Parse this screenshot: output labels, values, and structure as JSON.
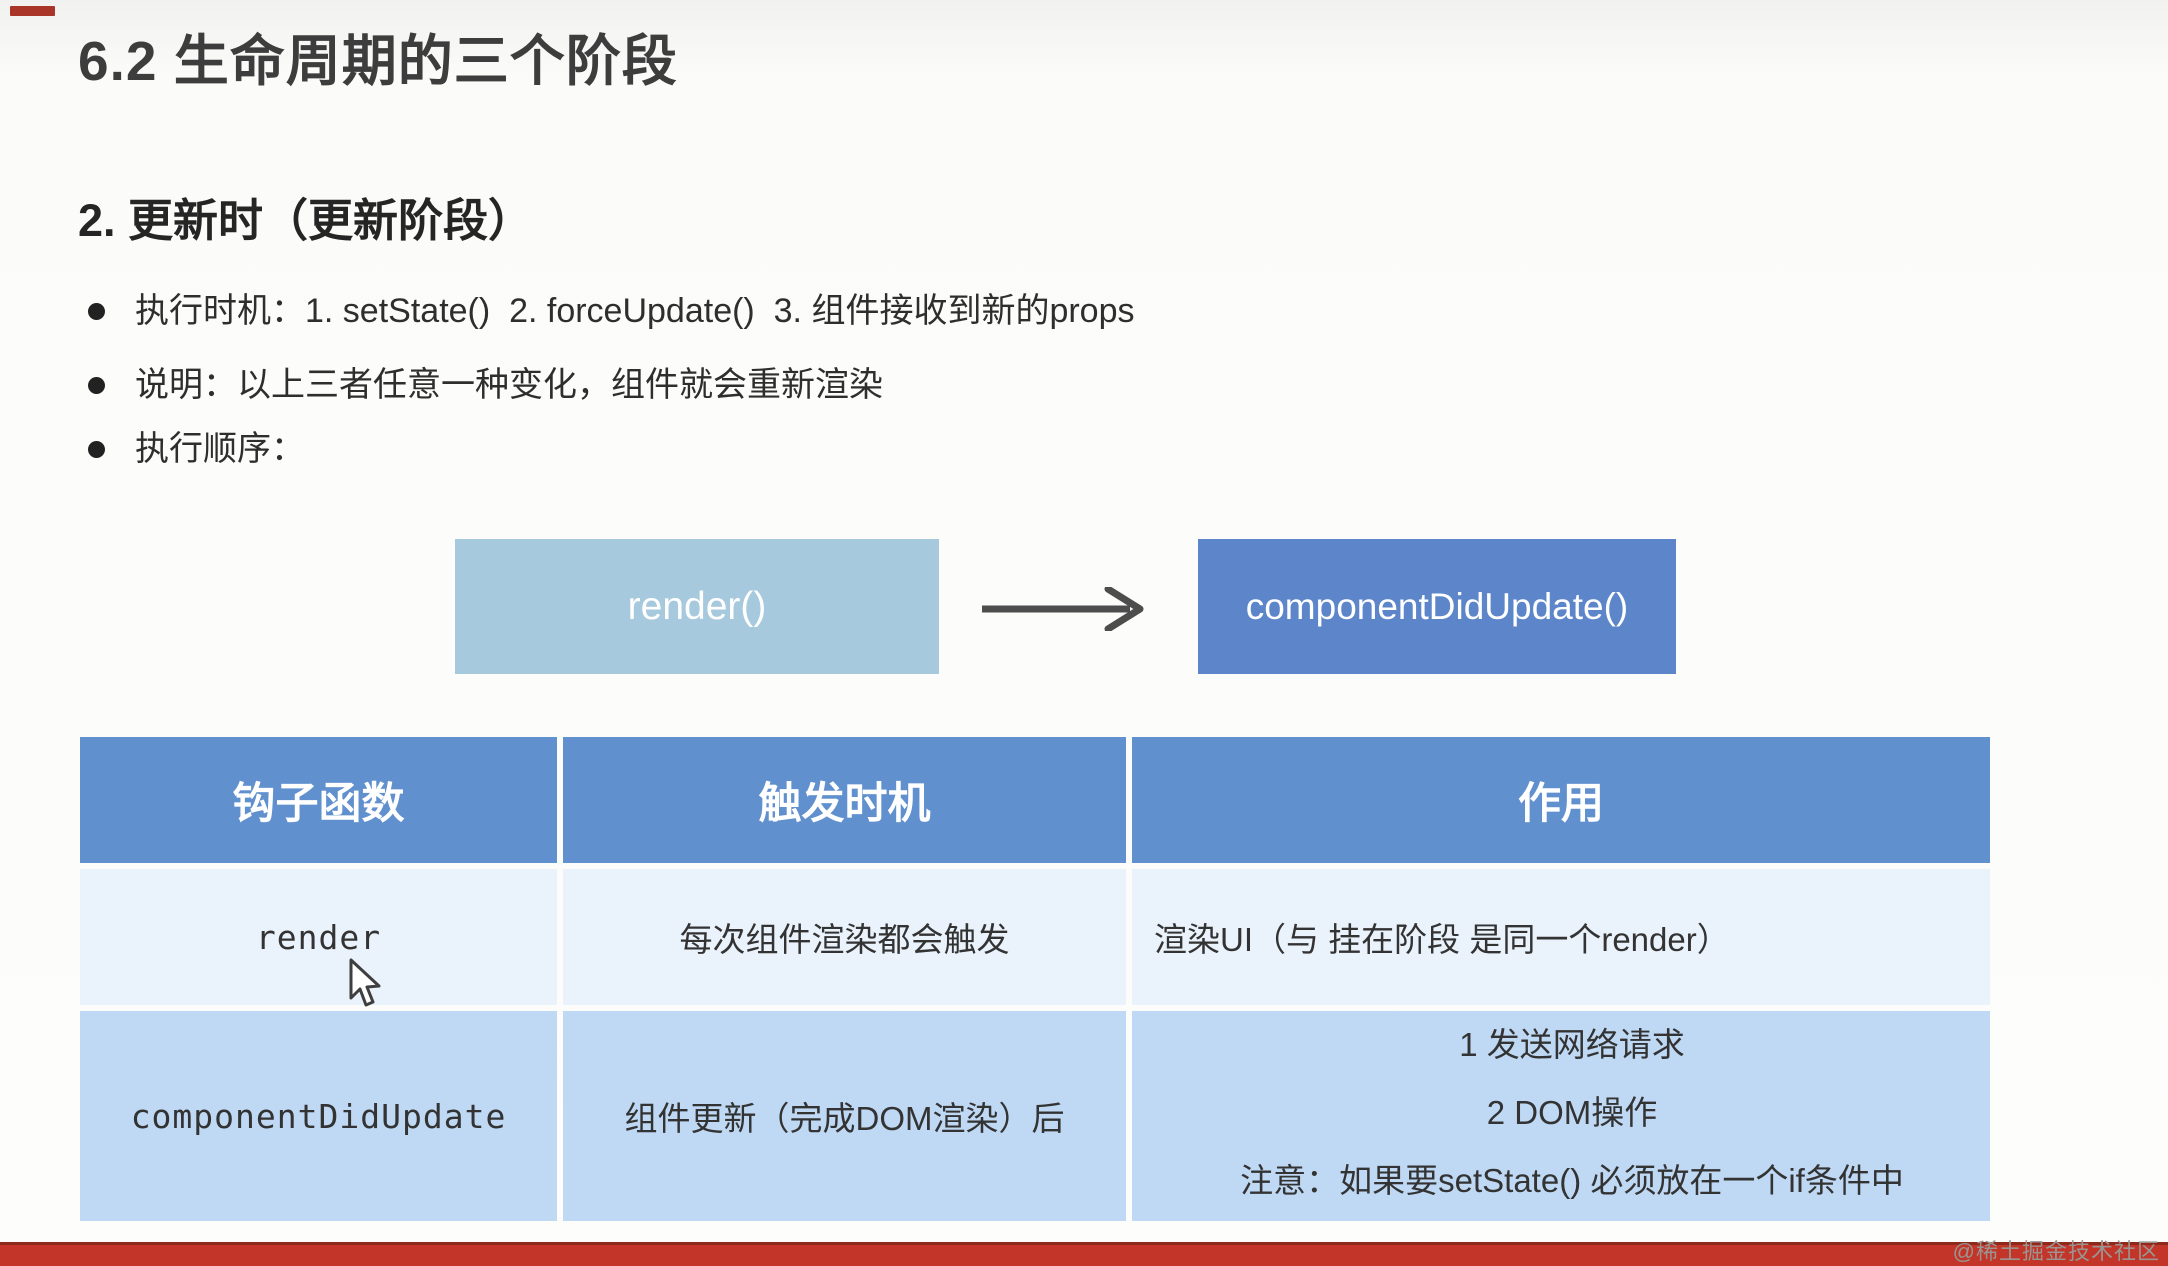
{
  "page": {
    "title": "6.2 生命周期的三个阶段",
    "subtitle": "2. 更新时（更新阶段）",
    "bullets": [
      "执行时机：1. setState()  2. forceUpdate()  3. 组件接收到新的props",
      "说明：以上三者任意一种变化，组件就会重新渲染",
      "执行顺序："
    ]
  },
  "diagram": {
    "nodes": [
      {
        "label": "render()",
        "color": "#a7c9de"
      },
      {
        "label": "componentDidUpdate()",
        "color": "#5d86ca"
      }
    ],
    "arrow_color": "#4d4d4d"
  },
  "table": {
    "headers": [
      "钩子函数",
      "触发时机",
      "作用"
    ],
    "rows": [
      {
        "hook": "render",
        "trigger": "每次组件渲染都会触发",
        "purpose": [
          "渲染UI（与 挂在阶段 是同一个render）"
        ]
      },
      {
        "hook": "componentDidUpdate",
        "trigger": "组件更新（完成DOM渲染）后",
        "purpose": [
          "1 发送网络请求",
          "2 DOM操作",
          "注意：如果要setState() 必须放在一个if条件中"
        ]
      }
    ]
  },
  "footer": {
    "watermark": "@稀土掘金技术社区"
  },
  "colors": {
    "table_header_bg": "#6190ce",
    "table_row1_bg": "#eaf2fb",
    "table_row2_bg": "#bfd9f4",
    "box_render_bg": "#a7c9de",
    "box_cdu_bg": "#5d86ca",
    "footer_bar": "#c23528",
    "footer_bar_edge": "#8e2a1c",
    "corner_mark": "#a83527"
  }
}
